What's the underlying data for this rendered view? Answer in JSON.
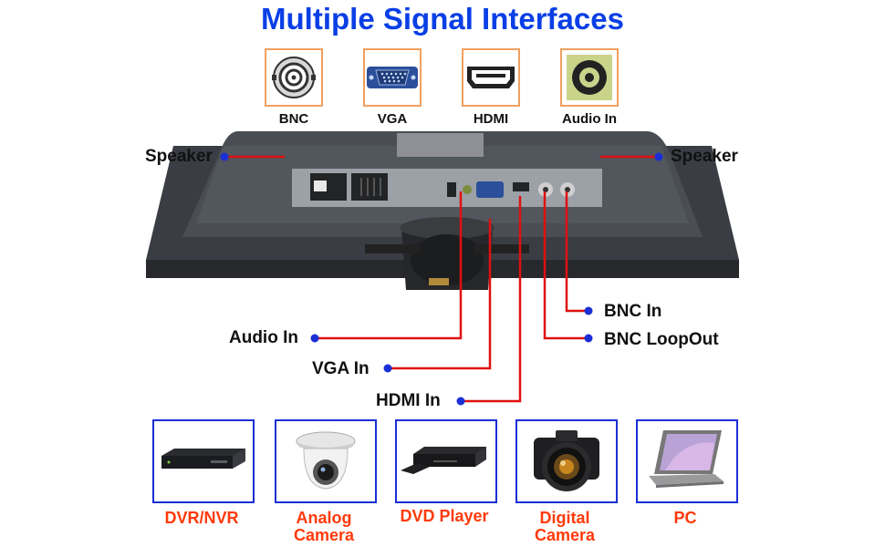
{
  "title": "Multiple Signal Interfaces",
  "top_icons": [
    {
      "label": "BNC",
      "icon": "bnc-connector-icon"
    },
    {
      "label": "VGA",
      "icon": "vga-connector-icon"
    },
    {
      "label": "HDMI",
      "icon": "hdmi-connector-icon"
    },
    {
      "label": "Audio In",
      "icon": "audio-jack-icon"
    }
  ],
  "callouts": {
    "speaker_left": "Speaker",
    "speaker_right": "Speaker",
    "bnc_in": "BNC In",
    "bnc_loopout": "BNC LoopOut",
    "audio_in": "Audio In",
    "vga_in": "VGA In",
    "hdmi_in": "HDMI In"
  },
  "devices": [
    {
      "label": "DVR/NVR",
      "icon": "dvr-recorder-icon"
    },
    {
      "label": "Analog\nCamera",
      "icon": "dome-camera-icon"
    },
    {
      "label": "DVD Player",
      "icon": "dvd-player-icon"
    },
    {
      "label": "Digital\nCamera",
      "icon": "digital-camera-icon"
    },
    {
      "label": "PC",
      "icon": "laptop-icon"
    }
  ],
  "colors": {
    "title": "#0a3fe6",
    "callout_line": "#e01010",
    "callout_dot": "#1a2fd6",
    "device_border": "#1a2fd6",
    "device_label": "#ff3a0a",
    "icon_border": "#f0a060"
  }
}
